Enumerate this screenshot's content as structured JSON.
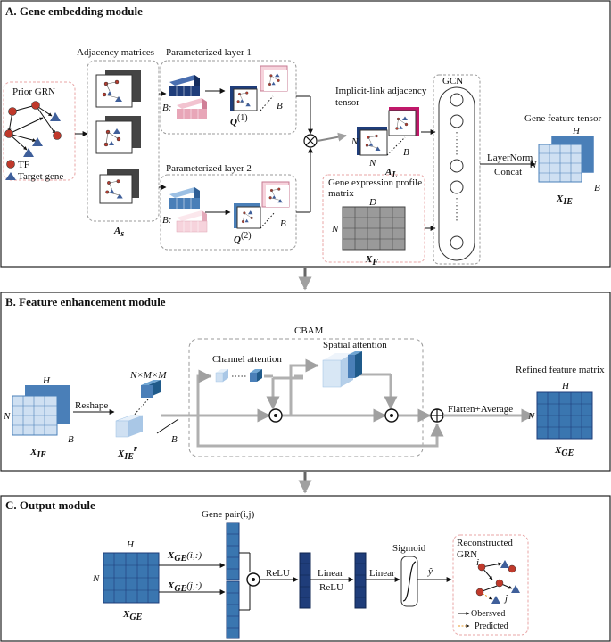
{
  "sections": {
    "a": "A. Gene embedding module",
    "b": "B. Feature enhancement module",
    "c": "C. Output module"
  },
  "gene_embedding": {
    "prior_grn": "Prior GRN",
    "tf": "TF",
    "target_gene": "Target gene",
    "adjacency_matrices": "Adjacency matrices",
    "a_s": "A",
    "a_s_sub": "s",
    "param_layer_1": "Parameterized layer 1",
    "param_layer_2": "Parameterized layer 2",
    "b_colon": "B:",
    "q": "Q",
    "q1_sup": "(1)",
    "q2_sup": "(2)",
    "b": "B",
    "n": "N",
    "implicit_title_1": "Implicit-link adjacency",
    "implicit_title_2": "tensor",
    "a_l": "A",
    "a_l_sub": "L",
    "gcn": "GCN",
    "gene_expr_1": "Gene expression profile",
    "gene_expr_2": "matrix",
    "d": "D",
    "x_f": "X",
    "x_f_sub": "F",
    "layernorm": "LayerNorm",
    "concat": "Concat",
    "gene_feature_tensor": "Gene feature tensor",
    "h": "H",
    "x_ie": "X",
    "x_ie_sub": "IE"
  },
  "feature_enhancement": {
    "cbam": "CBAM",
    "channel_attention": "Channel attention",
    "spatial_attention": "Spatial attention",
    "reshape": "Reshape",
    "nmm": "N×M×M",
    "x_ie_prime_sup": "r",
    "flatten_average": "Flatten+Average",
    "refined_feature_matrix": "Refined feature matrix",
    "x_ge": "X",
    "x_ge_sub": "GE"
  },
  "output": {
    "gene_pair": "Gene pair(i,j)",
    "xge_i": "(i,:)",
    "xge_j": "(j,:)",
    "relu": "ReLU",
    "linear": "Linear",
    "linear_relu": "ReLU",
    "linear2": "Linear",
    "sigmoid": "Sigmoid",
    "y_hat": "ŷ",
    "reconstructed_1": "Reconstructed",
    "reconstructed_2": "GRN",
    "node_i": "i",
    "node_j": "j",
    "observed": "Obersved",
    "predicted": "Predicted"
  },
  "colors": {
    "dark_blue": "#1f3d7a",
    "mid_blue": "#4a7fb8",
    "light_blue": "#cfe0f2",
    "pink": "#e8a6b8",
    "light_pink": "#f6d3dc",
    "magenta": "#c0186a",
    "node_red": "#c0392b",
    "triangle": "#3f5f9a",
    "grid_gray": "#9a9a9a",
    "arrow_gray": "#a0a0a0"
  }
}
